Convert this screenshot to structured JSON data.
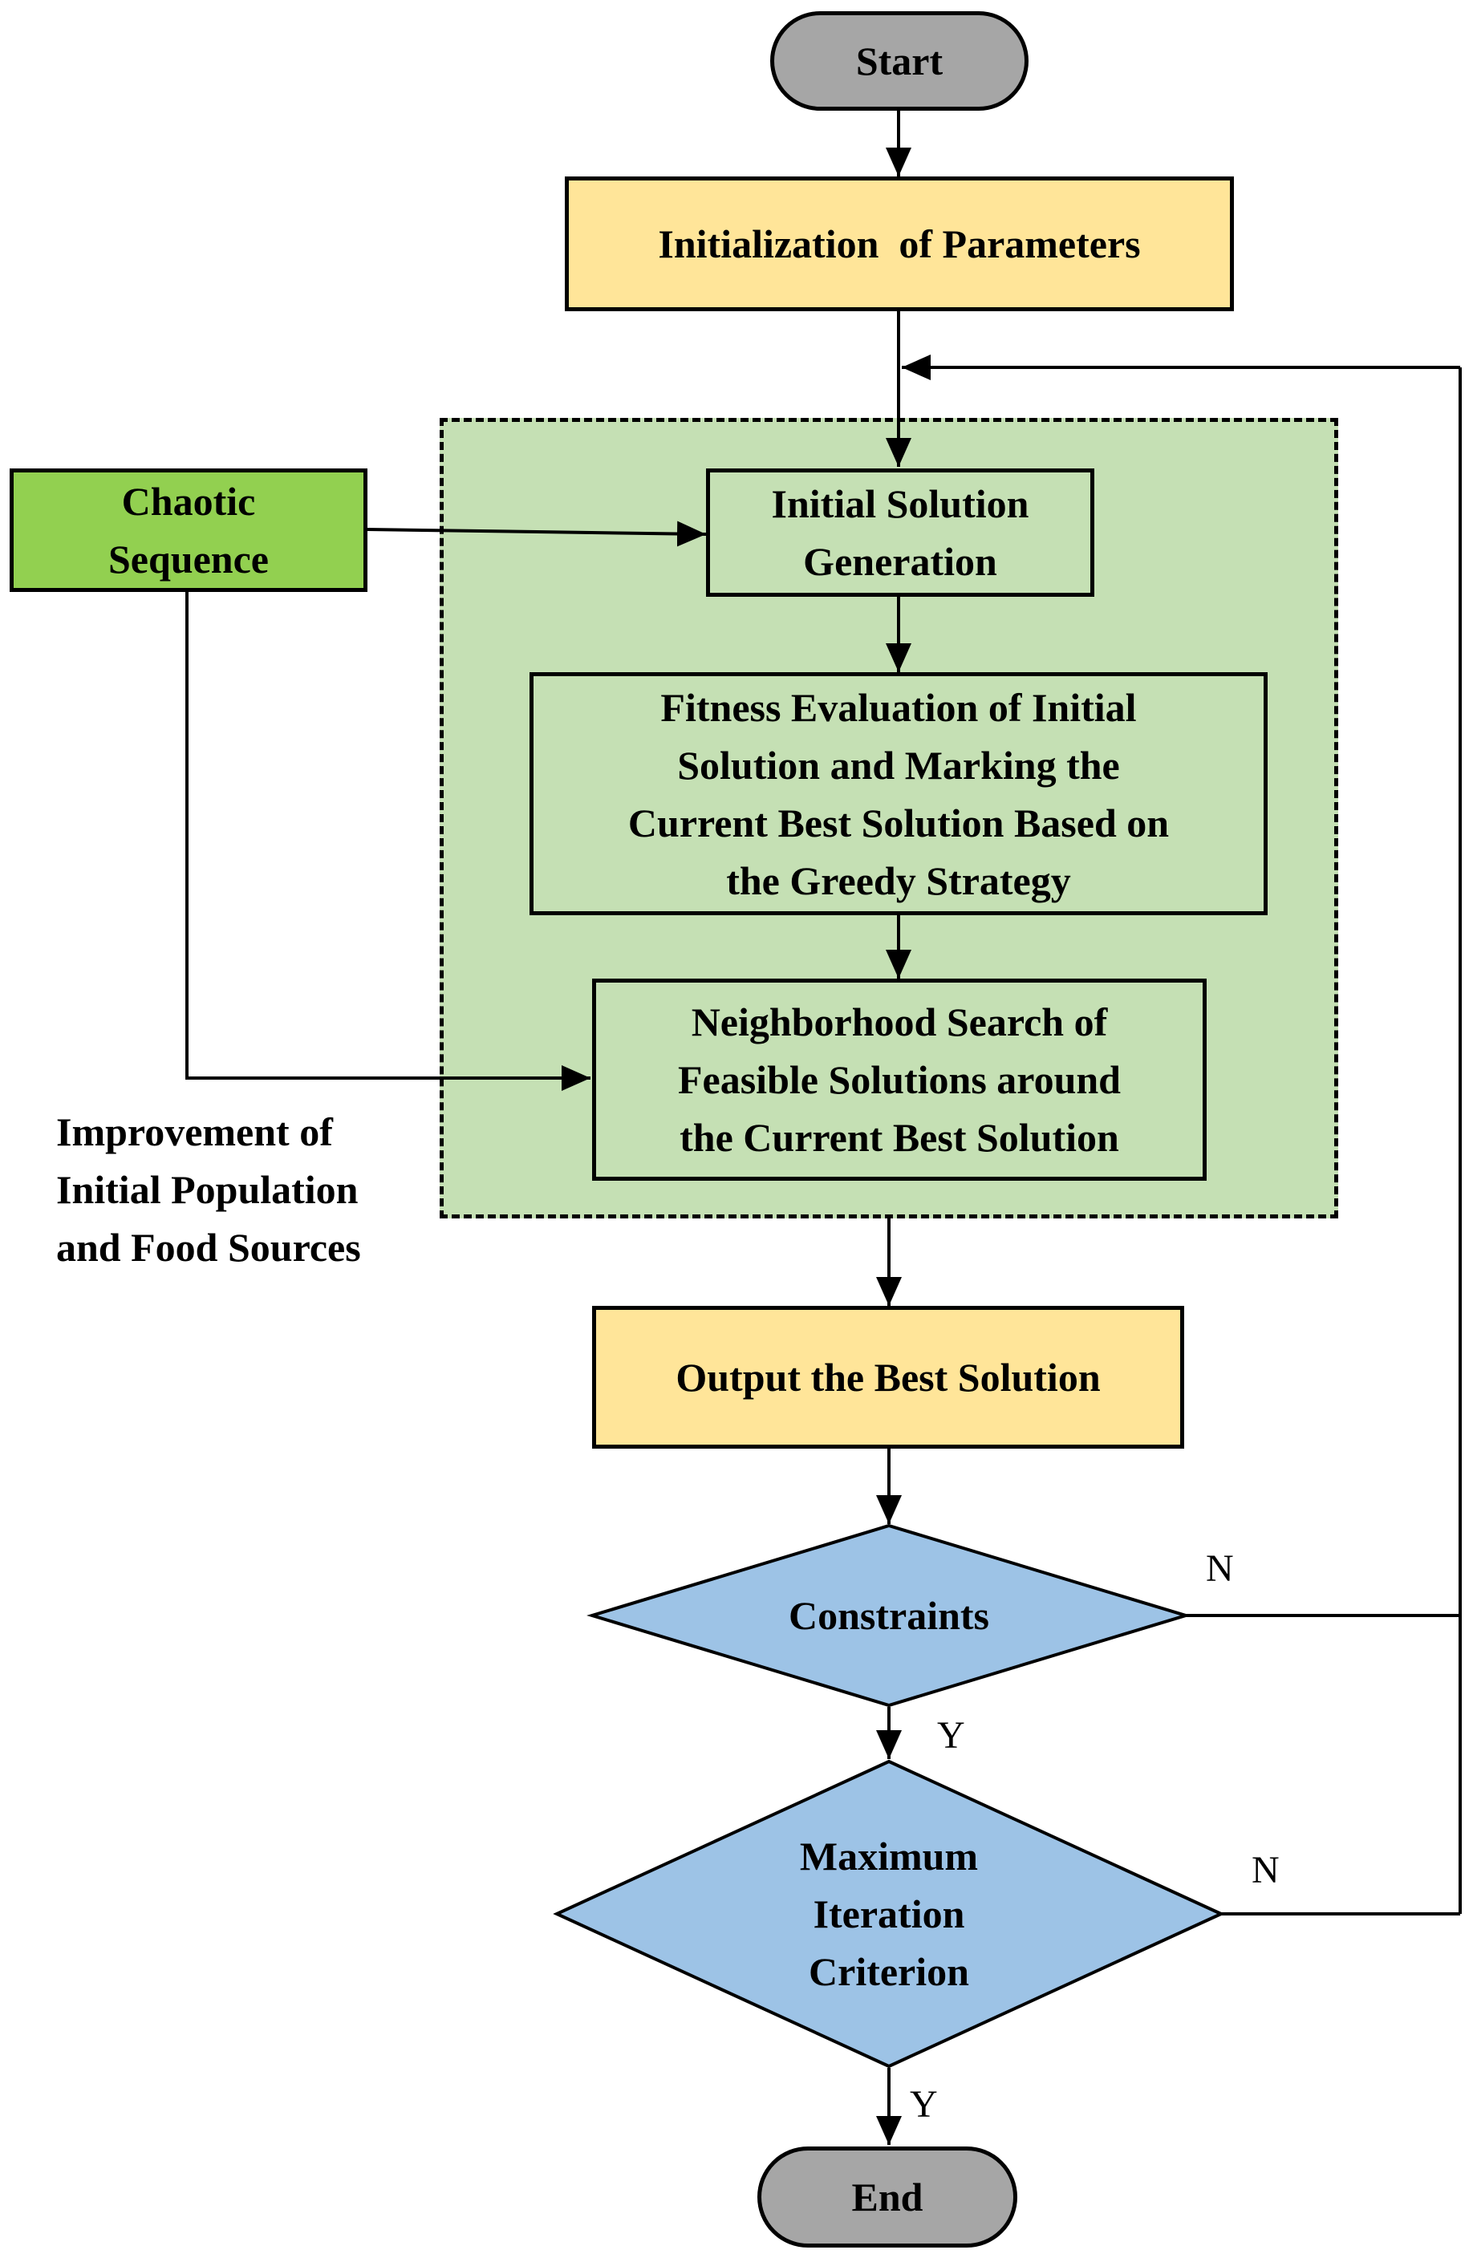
{
  "nodes": {
    "start": "Start",
    "init_params": "Initialization  of Parameters",
    "chaotic": "Chaotic\nSequence",
    "initial_solution": "Initial Solution\nGeneration",
    "fitness": "Fitness Evaluation of Initial\nSolution and Marking the\nCurrent Best Solution Based on\nthe Greedy Strategy",
    "neighborhood": "Neighborhood Search of\nFeasible Solutions around\nthe Current Best Solution",
    "output": "Output the Best Solution",
    "constraints": "Constraints",
    "max_iter": "Maximum\nIteration\nCriterion",
    "end": "End"
  },
  "group_label": "Improvement  of\nInitial Population\nand Food Sources",
  "branches": {
    "constraints_no": "N",
    "constraints_yes": "Y",
    "max_iter_no": "N",
    "max_iter_yes": "Y"
  },
  "colors": {
    "terminal": "#a6a6a6",
    "process_yellow": "#ffe599",
    "group_green": "#c5e0b4",
    "chaotic_green": "#92d050",
    "decision_blue": "#9dc3e6"
  }
}
